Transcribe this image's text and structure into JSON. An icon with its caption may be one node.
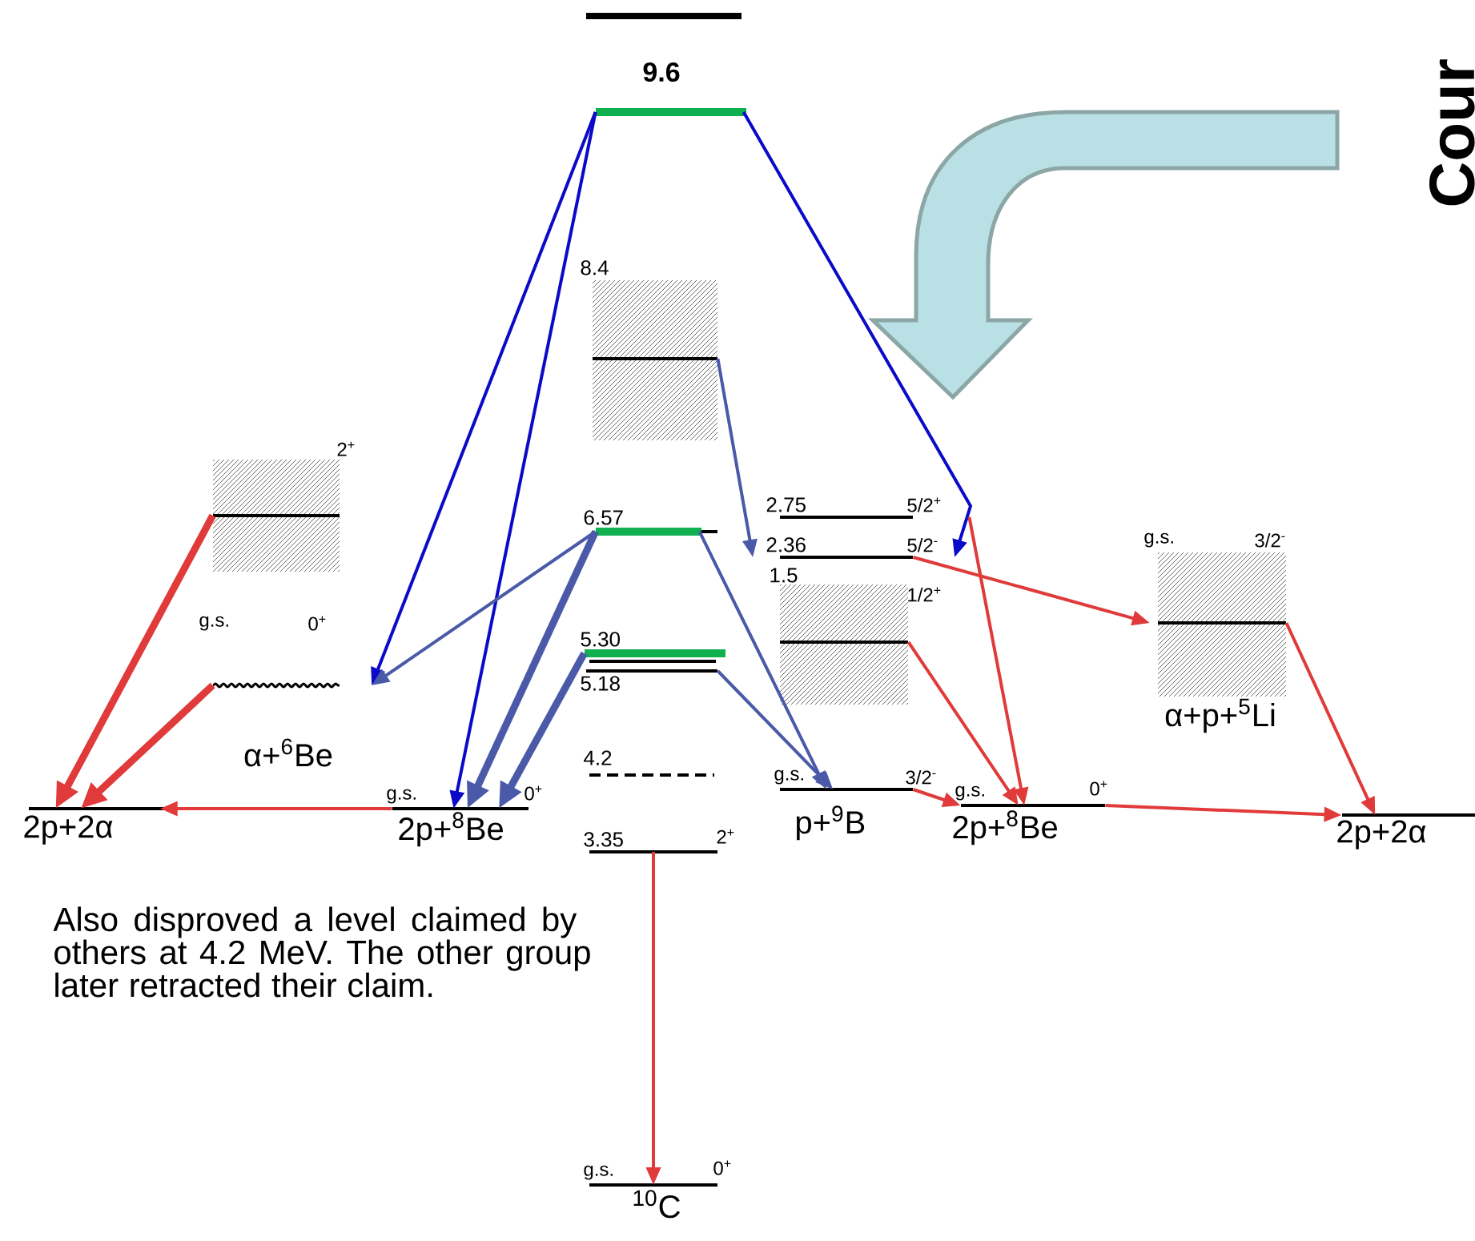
{
  "diagram": {
    "nodes": [
      {
        "text": [
          "9.6"
        ]
      },
      {
        "text": [
          "8.4"
        ]
      },
      {
        "text": [
          "6.57"
        ]
      },
      {
        "text": [
          "5.30"
        ]
      },
      {
        "text": [
          "5.18"
        ]
      },
      {
        "text": [
          "4.2"
        ]
      },
      {
        "text": [
          "3.35",
          "2$^{+}$"
        ]
      },
      {
        "text": [
          "g.s.",
          "0$^{+}$",
          "$^{10}$C"
        ]
      },
      {
        "text": [
          "2$^{+}$"
        ]
      },
      {
        "text": [
          "g.s.",
          "0$^{+}$",
          "α+$^{6}$Be"
        ]
      },
      {
        "text": [
          "2p+2α"
        ]
      },
      {
        "text": [
          "g.s.",
          "0$^{+}$",
          "2p+$^{8}$Be"
        ]
      },
      {
        "text": [
          "2.75",
          "5/2$^{+}$"
        ]
      },
      {
        "text": [
          "2.36",
          "5/2$^{-}$"
        ]
      },
      {
        "text": [
          "1.5",
          "1/2$^{+}$"
        ]
      },
      {
        "text": [
          "g.s.",
          "3/2$^{-}$",
          "p+$^{9}$B"
        ]
      },
      {
        "text": [
          "g.s.",
          "0$^{+}$",
          "2p+$^{8}$Be"
        ]
      },
      {
        "text": [
          "g.s.",
          "3/2$^{-}$",
          "α+p+$^{5}$Li"
        ]
      },
      {
        "text": [
          "2p+2α"
        ]
      }
    ],
    "edges": [
      {
        "from": 0,
        "to": 9,
        "arrow": "to",
        "color": "#0a0ac8"
      },
      {
        "from": 0,
        "to": 11,
        "arrow": "to",
        "color": "#0a0ac8"
      },
      {
        "from": 0,
        "to": 13,
        "arrow": "to",
        "color": "#0a0ac8"
      },
      {
        "from": 1,
        "to": 13,
        "arrow": "to",
        "color": "#4a5aa8"
      },
      {
        "from": 2,
        "to": 9,
        "arrow": "to",
        "color": "#4a5aa8"
      },
      {
        "from": 2,
        "to": 11,
        "arrow": "to",
        "style": "thick",
        "color": "#4a5aa8"
      },
      {
        "from": 2,
        "to": 15,
        "arrow": "to",
        "color": "#4a5aa8"
      },
      {
        "from": 3,
        "to": 11,
        "arrow": "to",
        "style": "thick",
        "color": "#4a5aa8"
      },
      {
        "from": 4,
        "to": 15,
        "arrow": "to",
        "color": "#4a5aa8"
      },
      {
        "from": 8,
        "to": 10,
        "arrow": "to",
        "style": "thick"
      },
      {
        "from": 9,
        "to": 10,
        "arrow": "to",
        "style": "thick"
      },
      {
        "from": 11,
        "to": 10,
        "arrow": "to"
      },
      {
        "from": 6,
        "to": 7,
        "arrow": "to"
      },
      {
        "from": 13,
        "to": 17,
        "arrow": "to"
      },
      {
        "from": 12,
        "to": 16,
        "arrow": "to"
      },
      {
        "from": 14,
        "to": 16,
        "arrow": "to"
      },
      {
        "from": 15,
        "to": 16,
        "arrow": "to"
      },
      {
        "from": 16,
        "to": 18,
        "arrow": "to"
      },
      {
        "from": 17,
        "to": 18,
        "arrow": "to"
      }
    ],
    "labels": [
      "Cour",
      "Also disproved a level claimed by others at 4.2 MeV. The other group later retracted their claim."
    ]
  }
}
